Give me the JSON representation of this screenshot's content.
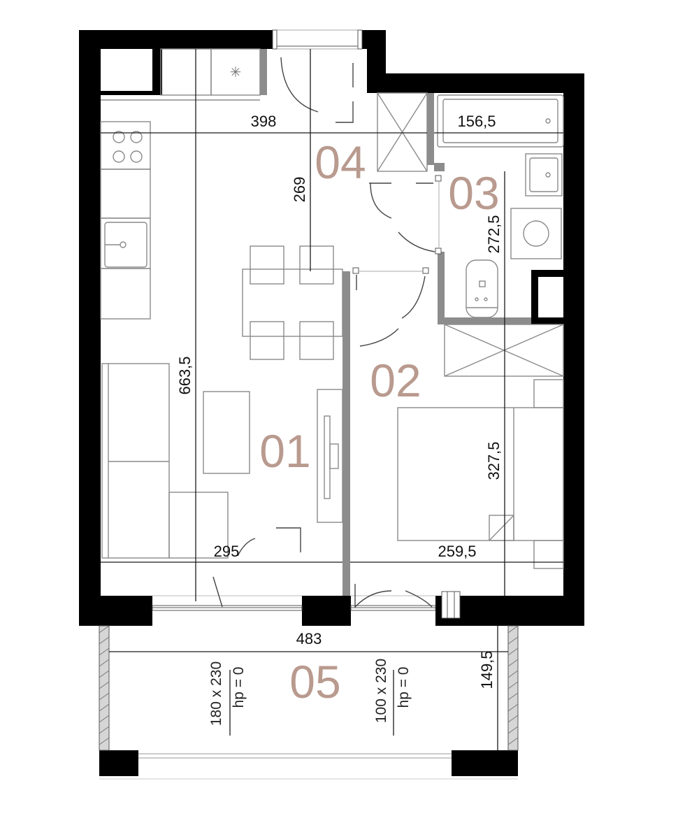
{
  "rooms": [
    {
      "id": "01",
      "label": "01"
    },
    {
      "id": "02",
      "label": "02"
    },
    {
      "id": "03",
      "label": "03"
    },
    {
      "id": "04",
      "label": "04"
    },
    {
      "id": "05",
      "label": "05"
    }
  ],
  "dimensions": {
    "kitchen_width": "398",
    "bath_width": "156,5",
    "hall_depth": "269",
    "bath_depth": "272,5",
    "living_depth": "663,5",
    "bedroom_depth": "327,5",
    "living_width": "295",
    "bedroom_width": "259,5",
    "balcony_width": "483",
    "balcony_depth": "149,5"
  },
  "doors": {
    "left_size": "180 x 230",
    "left_hp": "hp = 0",
    "right_size": "100 x 230",
    "right_hp": "hp = 0"
  },
  "colors": {
    "wall": "#000000",
    "partition": "#8c8c8c",
    "room_label": "#b99a8e",
    "furniture": "#8a8a8a"
  }
}
